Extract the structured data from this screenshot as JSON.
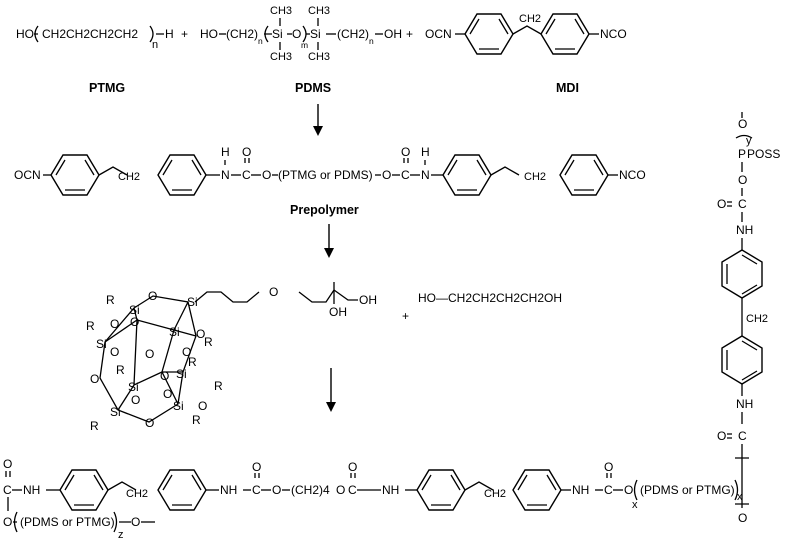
{
  "reagents": {
    "ptmg_formula": "HO(CH2CH2CH2CH2)nH",
    "ptmg_left": "HO",
    "ptmg_unit": "CH2CH2CH2CH2",
    "ptmg_n": "n",
    "ptmg_end": "H",
    "pdms_ho": "HO",
    "pdms_ch2": "(CH2)",
    "pdms_n": "n",
    "pdms_si": "Si",
    "pdms_o": "O",
    "pdms_m": "m",
    "pdms_ch3": "CH3",
    "pdms_oh": "OH",
    "mdi_nco_left": "OCN",
    "mdi_ch2": "CH2",
    "mdi_nco_right": "NCO",
    "plus": "+"
  },
  "labels": {
    "ptmg": "PTMG",
    "pdms": "PDMS",
    "mdi": "MDI",
    "prepolymer": "Prepolymer"
  },
  "prepolymer": {
    "ocn": "OCN",
    "ch2": "CH2",
    "h": "H",
    "n": "N",
    "c": "C",
    "o": "O",
    "dash_o": "—O—",
    "middle": "(PTMG or PDMS)",
    "nco": "NCO"
  },
  "poss": {
    "r": "R",
    "si": "Si",
    "o": "O",
    "oh": "OH",
    "butanediol": "HO—CH2CH2CH2CH2OH",
    "plus": "+"
  },
  "product": {
    "nh": "NH",
    "c": "C",
    "o": "O",
    "ch2": "CH2",
    "ch2_4": "(CH2)4",
    "pdms_or_ptmg": "(PDMS or PTMG)",
    "x": "x",
    "y": "y",
    "z": "z",
    "poss": "POSS",
    "p": "P"
  }
}
